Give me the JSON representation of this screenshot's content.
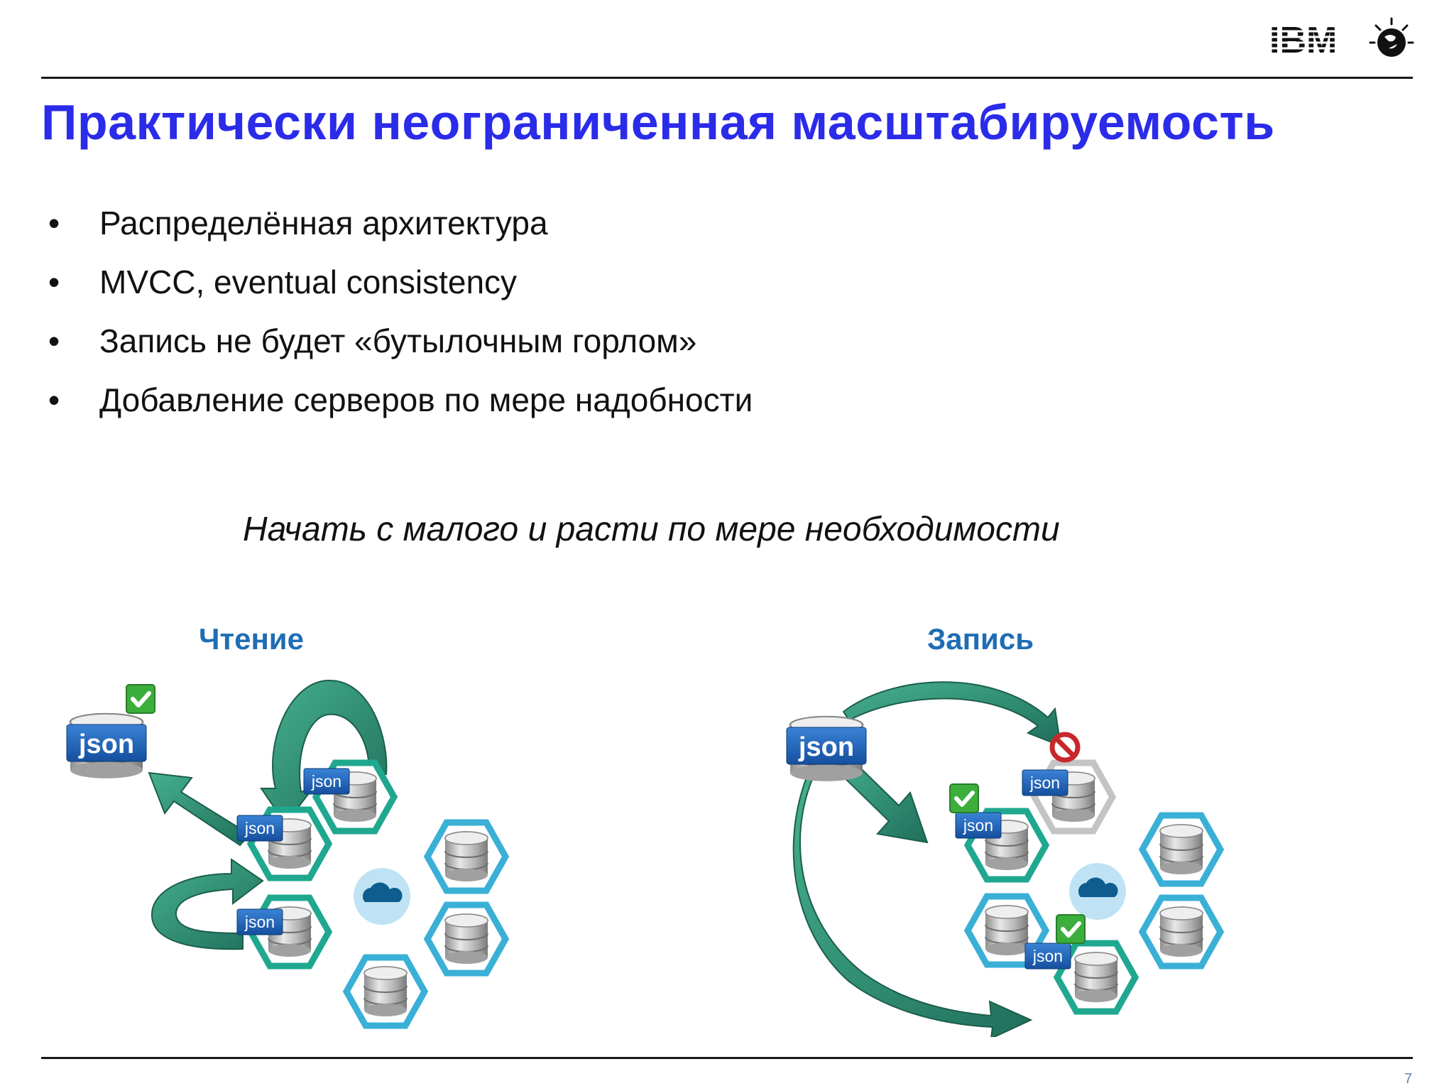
{
  "header": {
    "logo_text": "IBM",
    "title": "Практически неограниченная масштабируемость"
  },
  "bullets": [
    {
      "marker": "•",
      "text": "Распределённая архитектура"
    },
    {
      "marker": "•",
      "text": "MVCC, eventual consistency"
    },
    {
      "marker": "•",
      "text": "Запись не будет «бутылочным горлом»"
    },
    {
      "marker": "•",
      "text": "Добавление серверов по мере надобности"
    }
  ],
  "tagline": "Начать с малого и расти по мере необходимости",
  "diagrams": {
    "read": {
      "label": "Чтение",
      "json_badge": "json",
      "status_icon": "green-check-icon"
    },
    "write": {
      "label": "Запись",
      "json_badge": "json",
      "blocked_icon": "red-no-entry-icon",
      "status_icon": "green-check-icon"
    }
  },
  "colors": {
    "title": "#2b2bea",
    "section_label": "#1f6db4",
    "node_teal": "#1fa88f",
    "node_blue": "#3ab0d6",
    "node_grey": "#c4c4c4",
    "arrow": "#2e8b72",
    "json_badge": "#1a5fb4"
  },
  "page_number": "7"
}
